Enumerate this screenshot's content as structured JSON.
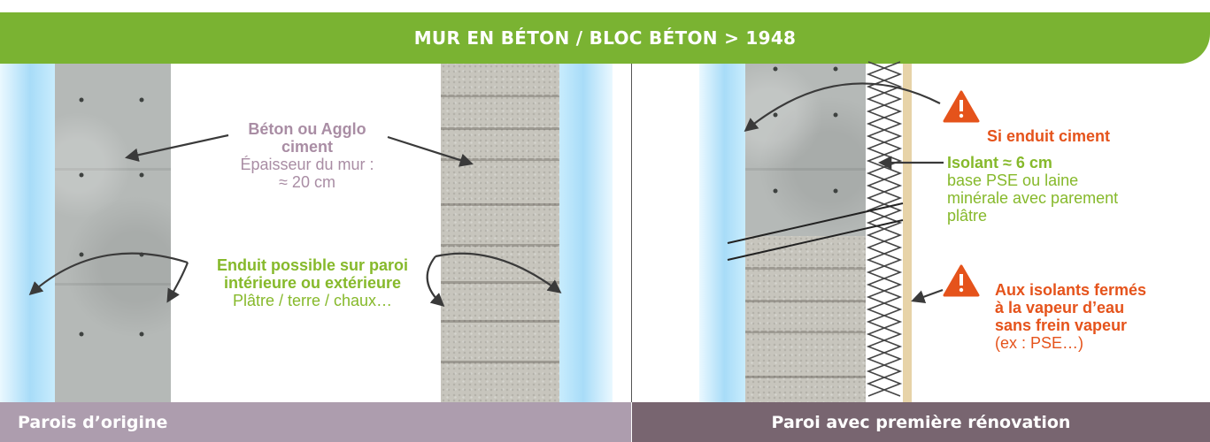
{
  "header": {
    "title": "MUR EN BÉTON / BLOC BÉTON > 1948",
    "color": "#7ab332"
  },
  "left_panel": {
    "wall_label": {
      "title": "Béton ou Agglo ciment",
      "line1": "Épaisseur du mur :",
      "line2": "≈ 20 cm"
    },
    "coating_label": {
      "title_line1": "Enduit possible sur paroi",
      "title_line2": "intérieure ou extérieure",
      "materials": "Plâtre / terre / chaux…"
    },
    "footer": "Parois d’origine"
  },
  "right_panel": {
    "warning_cement": "Si enduit ciment",
    "insulation": {
      "title": "Isolant ≈ 6 cm",
      "line1": "base PSE ou laine",
      "line2": "minérale avec parement",
      "line3": "plâtre"
    },
    "warning_vapour": {
      "line1": "Aux isolants fermés",
      "line2": "à la vapeur d’eau",
      "line3": "sans frein vapeur",
      "example": "(ex : PSE…)"
    },
    "footer": "Paroi avec première rénovation"
  },
  "colors": {
    "grey_text": "#a98da4",
    "green_text": "#86b92b",
    "orange": "#e5531b",
    "footer_left": "#ad9dae",
    "footer_right": "#786570",
    "insulation": "#e7d3a8"
  },
  "icons": [
    "warning-icon",
    "arrow-icon",
    "insulation-zigzag-icon"
  ]
}
